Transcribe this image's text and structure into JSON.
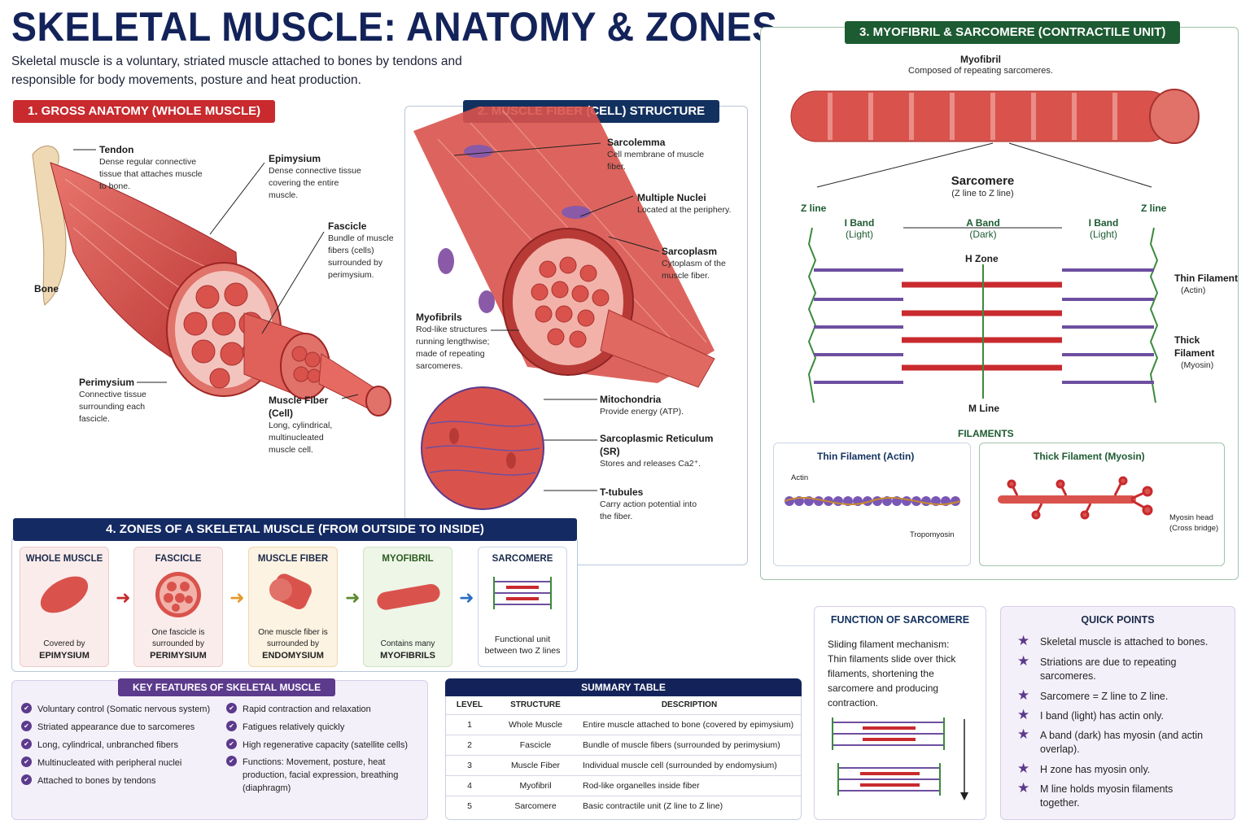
{
  "header": {
    "title": "SKELETAL MUSCLE: ANATOMY & ZONES",
    "subtitle": "Skeletal muscle is a voluntary, striated muscle attached to bones by tendons and responsible for body movements, posture and heat production."
  },
  "section1": {
    "tag": "1. GROSS ANATOMY (WHOLE MUSCLE)",
    "tendon": {
      "name": "Tendon",
      "desc": "Dense regular connective tissue that attaches muscle to bone."
    },
    "epimysium": {
      "name": "Epimysium",
      "desc": "Dense connective tissue covering the entire muscle."
    },
    "fascicle": {
      "name": "Fascicle",
      "desc": "Bundle of muscle fibers (cells) surrounded by perimysium."
    },
    "bone": {
      "name": "Bone"
    },
    "perimysium": {
      "name": "Perimysium",
      "desc": "Connective tissue surrounding each fascicle."
    },
    "fiber": {
      "name": "Muscle Fiber (Cell)",
      "desc": "Long, cylindrical, multinucleated muscle cell."
    }
  },
  "section2": {
    "tag": "2. MUSCLE FIBER (CELL) STRUCTURE",
    "sarcolemma": {
      "name": "Sarcolemma",
      "desc": "Cell membrane of muscle fiber."
    },
    "nuclei": {
      "name": "Multiple Nuclei",
      "desc": "Located at the periphery."
    },
    "sarcoplasm": {
      "name": "Sarcoplasm",
      "desc": "Cytoplasm of the muscle fiber."
    },
    "myofibrils": {
      "name": "Myofibrils",
      "desc": "Rod-like structures running lengthwise; made of repeating sarcomeres."
    },
    "mitochondria": {
      "name": "Mitochondria",
      "desc": "Provide energy (ATP)."
    },
    "sr": {
      "name": "Sarcoplasmic Reticulum (SR)",
      "desc": "Stores and releases Ca2⁺."
    },
    "ttubules": {
      "name": "T-tubules",
      "desc": "Carry action potential into the fiber."
    }
  },
  "section3": {
    "tag": "3. MYOFIBRIL & SARCOMERE (CONTRACTILE UNIT)",
    "myofibril": {
      "name": "Myofibril",
      "desc": "Composed of repeating sarcomeres."
    },
    "sarcomere": {
      "name": "Sarcomere",
      "desc": "(Z line to Z line)"
    },
    "zline_left": "Z line",
    "zline_right": "Z line",
    "iband_left": {
      "name": "I Band",
      "desc": "(Light)"
    },
    "aband": {
      "name": "A Band",
      "desc": "(Dark)"
    },
    "iband_right": {
      "name": "I Band",
      "desc": "(Light)"
    },
    "hzone": "H Zone",
    "thin": {
      "name": "Thin Filament",
      "desc": "(Actin)"
    },
    "thick": {
      "name": "Thick Filament",
      "desc": "(Myosin)"
    },
    "mline": "M Line",
    "filaments_title": "FILAMENTS",
    "thin_box": {
      "title": "Thin Filament (Actin)",
      "actin": "Actin",
      "tropomyosin": "Tropomyosin"
    },
    "thick_box": {
      "title": "Thick Filament (Myosin)",
      "head": "Myosin head",
      "cross": "(Cross bridge)"
    }
  },
  "section4": {
    "tag": "4. ZONES OF A SKELETAL MUSCLE (FROM OUTSIDE TO INSIDE)",
    "cards": [
      {
        "title": "WHOLE MUSCLE",
        "caption": "Covered by",
        "bold": "EPIMYSIUM"
      },
      {
        "title": "FASCICLE",
        "caption": "One fascicle is surrounded by",
        "bold": "PERIMYSIUM"
      },
      {
        "title": "MUSCLE FIBER",
        "caption": "One muscle fiber is surrounded by",
        "bold": "ENDOMYSIUM"
      },
      {
        "title": "MYOFIBRIL",
        "caption": "Contains many",
        "bold": "MYOFIBRILS"
      },
      {
        "title": "SARCOMERE",
        "caption": "Functional unit between two Z lines",
        "bold": ""
      }
    ]
  },
  "features": {
    "tag": "KEY FEATURES OF SKELETAL MUSCLE",
    "left": [
      "Voluntary control (Somatic nervous system)",
      "Striated appearance due to sarcomeres",
      "Long, cylindrical, unbranched fibers",
      "Multinucleated with peripheral nuclei",
      "Attached to bones by tendons"
    ],
    "right": [
      "Rapid contraction and relaxation",
      "Fatigues relatively quickly",
      "High regenerative capacity (satellite cells)",
      "Functions: Movement, posture, heat production, facial expression, breathing (diaphragm)"
    ]
  },
  "summary": {
    "tag": "SUMMARY TABLE",
    "headers": [
      "LEVEL",
      "STRUCTURE",
      "DESCRIPTION"
    ],
    "rows": [
      [
        "1",
        "Whole Muscle",
        "Entire muscle attached to bone (covered by epimysium)"
      ],
      [
        "2",
        "Fascicle",
        "Bundle of muscle fibers (surrounded by perimysium)"
      ],
      [
        "3",
        "Muscle Fiber",
        "Individual muscle cell (surrounded by endomysium)"
      ],
      [
        "4",
        "Myofibril",
        "Rod-like organelles inside fiber"
      ],
      [
        "5",
        "Sarcomere",
        "Basic contractile unit (Z line to Z line)"
      ]
    ]
  },
  "function": {
    "title": "FUNCTION OF SARCOMERE",
    "text1": "Sliding filament mechanism:",
    "text2": "Thin filaments slide over thick filaments, shortening the sarcomere and producing contraction."
  },
  "quick": {
    "title": "QUICK POINTS",
    "items": [
      "Skeletal muscle is attached to bones.",
      "Striations are due to repeating sarcomeres.",
      "Sarcomere = Z line to Z line.",
      "I band (light) has actin only.",
      "A band (dark) has myosin (and actin overlap).",
      "H zone has myosin only.",
      "M line holds myosin filaments together."
    ]
  },
  "colors": {
    "red": "#c82a2e",
    "navy": "#13315f",
    "green": "#1d5b32",
    "purple": "#5c3a8c"
  }
}
